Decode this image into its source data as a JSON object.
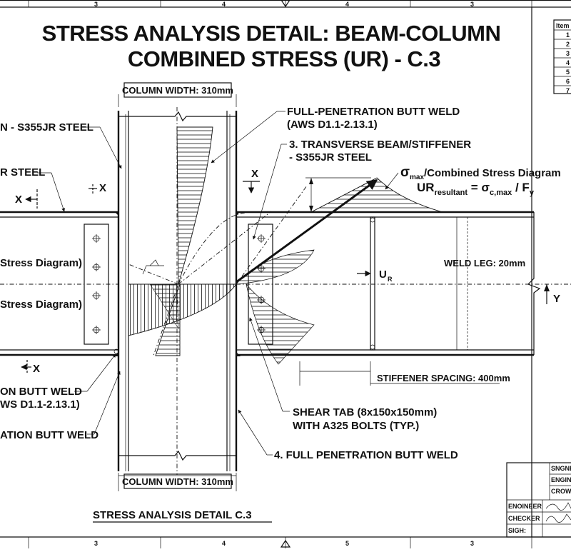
{
  "drawing": {
    "title_line1": "STRESS ANALYSIS DETAIL: BEAM-COLUMN",
    "title_line2": "COMBINED STRESS (UR) - C.3",
    "footer_title": "STRESS ANALYSIS DETAIL C.3",
    "grid_top": [
      "3",
      "4",
      "4",
      "3"
    ],
    "grid_bottom": [
      "3",
      "4",
      "5",
      "3"
    ]
  },
  "labels": {
    "column_width_top": "COLUMN WIDTH: 310mm",
    "column_width_bottom": "COLUMN WIDTH: 310mm",
    "s355_top_left": "N - S355JR STEEL",
    "steel_left": "R STEEL",
    "weld_top_l1": "FULL-PENETRATION BUTT WELD",
    "weld_top_l2": "(AWS D1.1-2.13.1)",
    "transverse_l1": "3. TRANSVERSE BEAM/STIFFENER",
    "transverse_l2": "- S355JR STEEL",
    "sigma_sym": "σ",
    "sigma_sub": "max",
    "sigma_rest": "/Combined Stress Diagram",
    "ur_prefix": "UR",
    "ur_sub": "resultant",
    "ur_eq": " = σ",
    "ur_sub2": "c,max",
    "ur_tail": " / F",
    "ur_sub3": "y",
    "stress_diag_1": "Stress Diagram)",
    "stress_diag_2": "Stress Diagram)",
    "ur_arrow_main": "U",
    "ur_arrow_sub": "R",
    "weld_leg": "WELD LEG: 20mm",
    "y_label": "Y",
    "x_mark": "X",
    "stiffener_spacing": "STIFFENER SPACING: 400mm",
    "butt_weld_l1": "ON BUTT WELD",
    "butt_weld_l2": "WS D1.1-2.13.1)",
    "penetration_weld": "ATION BUTT WELD",
    "shear_tab_l1": "SHEAR TAB (8x150x150mm)",
    "shear_tab_l2": "WITH A325 BOLTS (TYP.)",
    "full_pen_weld_4": "4. FULL PENETRATION BUTT WELD"
  },
  "item_table": {
    "header": "Item",
    "rows": [
      "1",
      "2",
      "3",
      "4",
      "5",
      "6",
      "7"
    ]
  },
  "title_block": {
    "row1": "SNGNEE",
    "row2": "ENGINEE",
    "row3": "CROWSZ",
    "engineer_label": "ENOINEER",
    "checker_label": "CHECKER",
    "sign_label": "SIGH:"
  },
  "icons": {
    "center_marker": "triangle-center-mark-icon",
    "bolt": "bolt-icon"
  }
}
